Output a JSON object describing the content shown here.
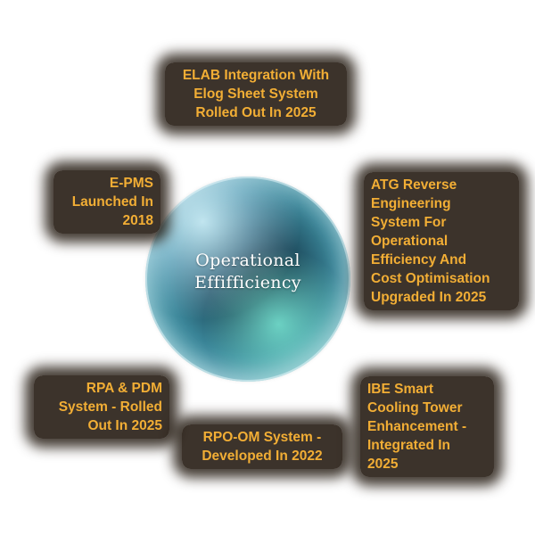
{
  "center": {
    "title_line1": "Operational",
    "title_line2": "Effifficiency"
  },
  "items": [
    {
      "position": "top",
      "lines": [
        "ELAB Integration With",
        "Elog Sheet System",
        "Rolled Out In 2025"
      ]
    },
    {
      "position": "left-top",
      "lines": [
        "E-PMS",
        "Launched In",
        "2018"
      ]
    },
    {
      "position": "right-top",
      "lines": [
        "ATG Reverse",
        "Engineering",
        "System For",
        "Operational",
        "Efficiency And",
        "Cost Optimisation",
        "Upgraded In 2025"
      ]
    },
    {
      "position": "left-bottom",
      "lines": [
        "RPA & PDM",
        "System - Rolled",
        "Out In 2025"
      ]
    },
    {
      "position": "bottom",
      "lines": [
        "RPO-OM System -",
        "Developed In 2022"
      ]
    },
    {
      "position": "right-bottom",
      "lines": [
        "IBE Smart",
        "Cooling Tower",
        "Enhancement -",
        "Integrated In",
        "2025"
      ]
    }
  ],
  "colors": {
    "label_text": "#f2ae35",
    "label_background": "#1c1208",
    "center_text": "#ffffff",
    "connector": "#ffffff"
  }
}
